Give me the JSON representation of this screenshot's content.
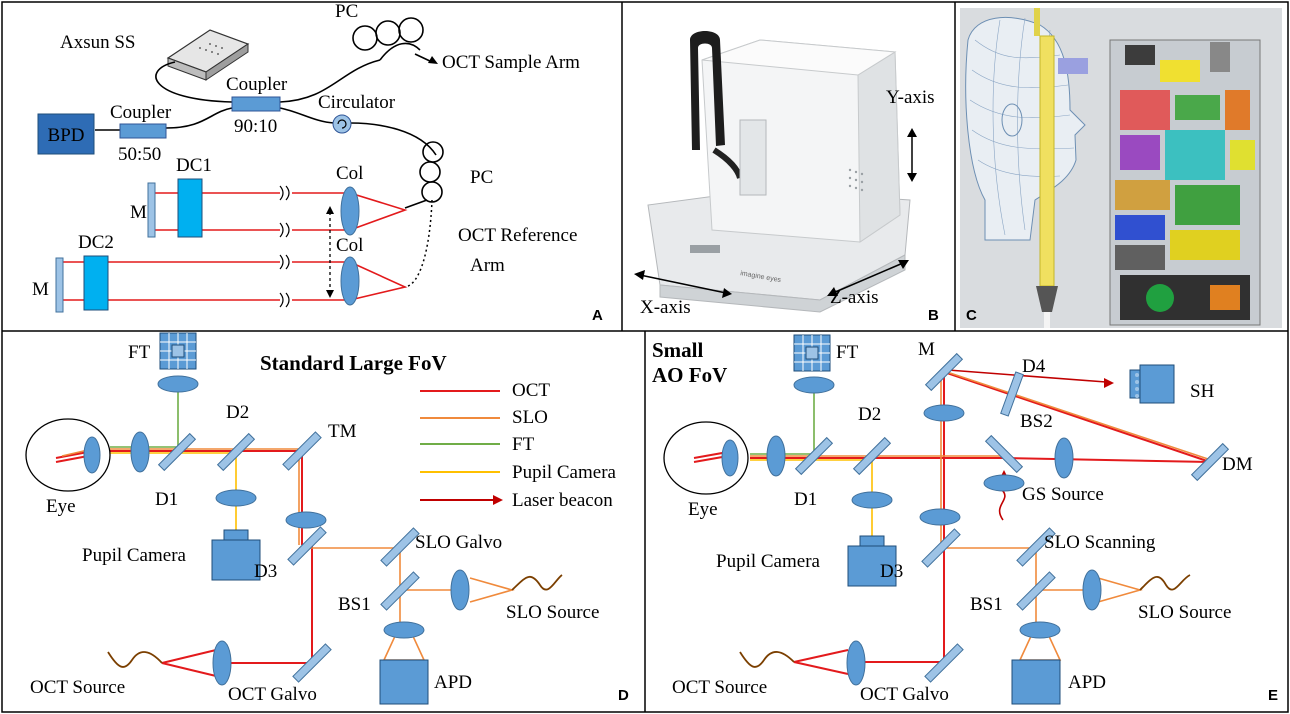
{
  "panels": {
    "A": {
      "letter": "A",
      "labels": {
        "source": "Axsun SS",
        "pc_top": "PC",
        "sample_arm": "OCT Sample Arm",
        "coupler_top": "Coupler",
        "ratio_top": "90:10",
        "circulator": "Circulator",
        "detector": "BPD",
        "coupler_left": "Coupler",
        "ratio_left": "50:50",
        "dc1": "DC1",
        "dc2": "DC2",
        "m1": "M",
        "m2": "M",
        "col1": "Col",
        "col2": "Col",
        "pc_right": "PC",
        "reference_arm_1": "OCT Reference",
        "reference_arm_2": "Arm"
      }
    },
    "B": {
      "letter": "B",
      "labels": {
        "y_axis": "Y-axis",
        "x_axis": "X-axis",
        "z_axis": "Z-axis",
        "brand": "imagine eyes"
      }
    },
    "C": {
      "letter": "C"
    },
    "D": {
      "letter": "D",
      "title": "Standard Large FoV",
      "labels": {
        "ft": "FT",
        "d2": "D2",
        "tm": "TM",
        "eye": "Eye",
        "d1": "D1",
        "pupil_camera": "Pupil Camera",
        "d3": "D3",
        "slo_galvo": "SLO Galvo",
        "bs1": "BS1",
        "slo_source": "SLO Source",
        "apd": "APD",
        "oct_source": "OCT Source",
        "oct_galvo": "OCT Galvo"
      },
      "legend": [
        {
          "label": "OCT",
          "color": "#e31a1c",
          "arrow": false
        },
        {
          "label": "SLO",
          "color": "#f08a3c",
          "arrow": false
        },
        {
          "label": "FT",
          "color": "#70ad47",
          "arrow": false
        },
        {
          "label": "Pupil Camera",
          "color": "#ffc000",
          "arrow": false
        },
        {
          "label": "Laser beacon",
          "color": "#c00000",
          "arrow": true
        }
      ]
    },
    "E": {
      "letter": "E",
      "title_line1": "Small",
      "title_line2": "AO FoV",
      "labels": {
        "ft": "FT",
        "m": "M",
        "d4": "D4",
        "sh": "SH",
        "d2": "D2",
        "bs2": "BS2",
        "dm": "DM",
        "eye": "Eye",
        "d1": "D1",
        "gs_source": "GS Source",
        "pupil_camera": "Pupil Camera",
        "d3": "D3",
        "slo_scanning": "SLO Scanning",
        "bs1": "BS1",
        "slo_source": "SLO Source",
        "apd": "APD",
        "oct_source": "OCT Source",
        "oct_galvo": "OCT Galvo"
      }
    }
  },
  "colors": {
    "oct": "#e31a1c",
    "slo": "#f08a3c",
    "ft": "#70ad47",
    "pupil": "#ffc000",
    "beacon": "#c00000",
    "component": "#5b9bd5",
    "detector": "#2e6cb5"
  }
}
